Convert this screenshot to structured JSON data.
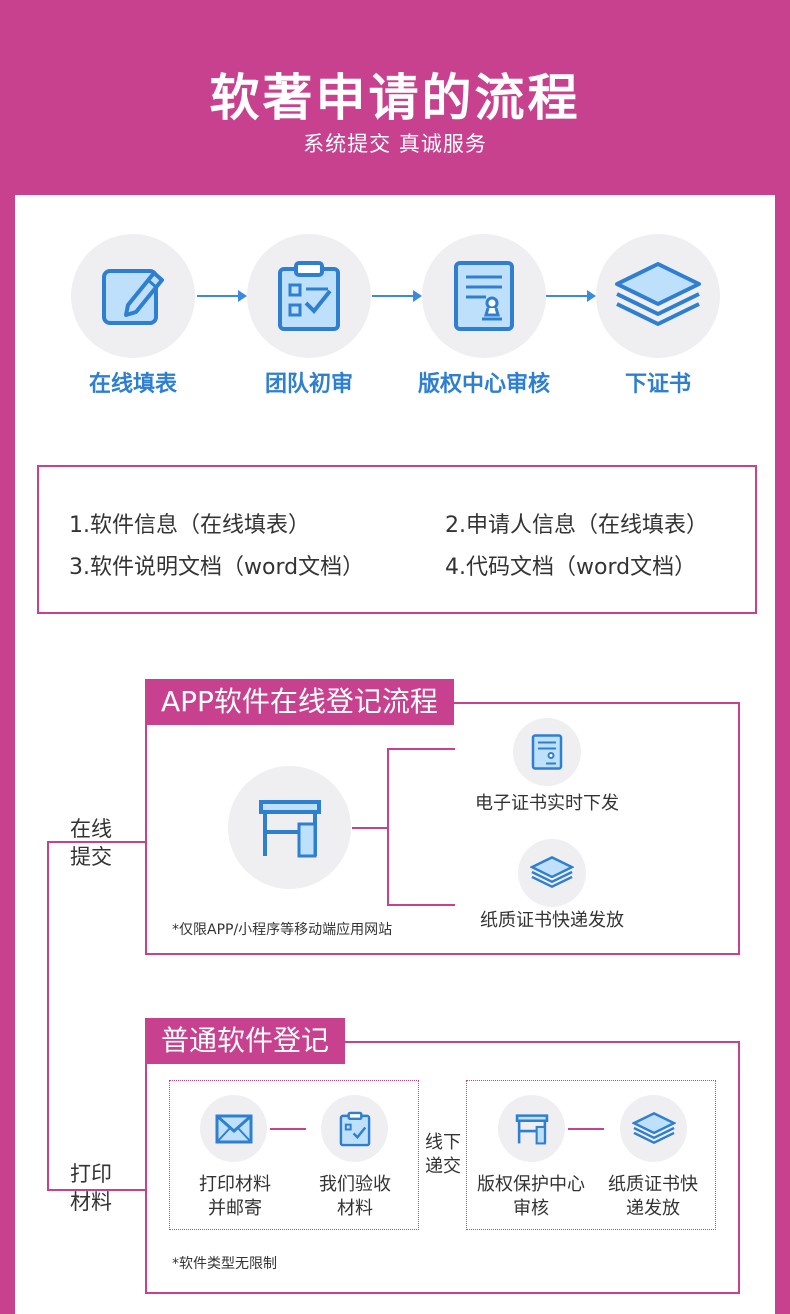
{
  "header": {
    "title": "软著申请的流程",
    "subtitle": "系统提交 真诚服务"
  },
  "steps": [
    {
      "label": "在线填表",
      "icon": "pen-edit-icon"
    },
    {
      "label": "团队初审",
      "icon": "clipboard-check-icon"
    },
    {
      "label": "版权中心审核",
      "icon": "document-stamp-icon"
    },
    {
      "label": "下证书",
      "icon": "layers-stack-icon"
    }
  ],
  "docs": [
    "1.软件信息（在线填表）",
    "2.申请人信息（在线填表）",
    "3.软件说明文档（word文档）",
    "4.代码文档（word文档）"
  ],
  "online": {
    "side_label_1": "在线",
    "side_label_2": "提交",
    "tag": "APP软件在线登记流程",
    "center_icon": "kiosk-counter-icon",
    "note": "*仅限APP/小程序等移动端应用网站",
    "outcomes": [
      {
        "label": "电子证书实时下发",
        "icon": "document-stamp-icon"
      },
      {
        "label": "纸质证书快递发放",
        "icon": "layers-stack-icon"
      }
    ]
  },
  "print": {
    "side_label_1": "打印",
    "side_label_2": "材料",
    "tag": "普通软件登记",
    "mid_label_1": "线下",
    "mid_label_2": "递交",
    "note": "*软件类型无限制",
    "items": [
      {
        "line1": "打印材料",
        "line2": "并邮寄",
        "icon": "envelope-icon"
      },
      {
        "line1": "我们验收",
        "line2": "材料",
        "icon": "clipboard-check-icon"
      },
      {
        "line1": "版权保护中心",
        "line2": "审核",
        "icon": "kiosk-counter-icon"
      },
      {
        "line1": "纸质证书快",
        "line2": "递发放",
        "icon": "layers-stack-icon"
      }
    ]
  },
  "colors": {
    "brand": "#c8418f",
    "icon_blue": "#2f7fd1",
    "icon_fill": "#bfe0fb",
    "circle_bg": "#efeff1"
  }
}
